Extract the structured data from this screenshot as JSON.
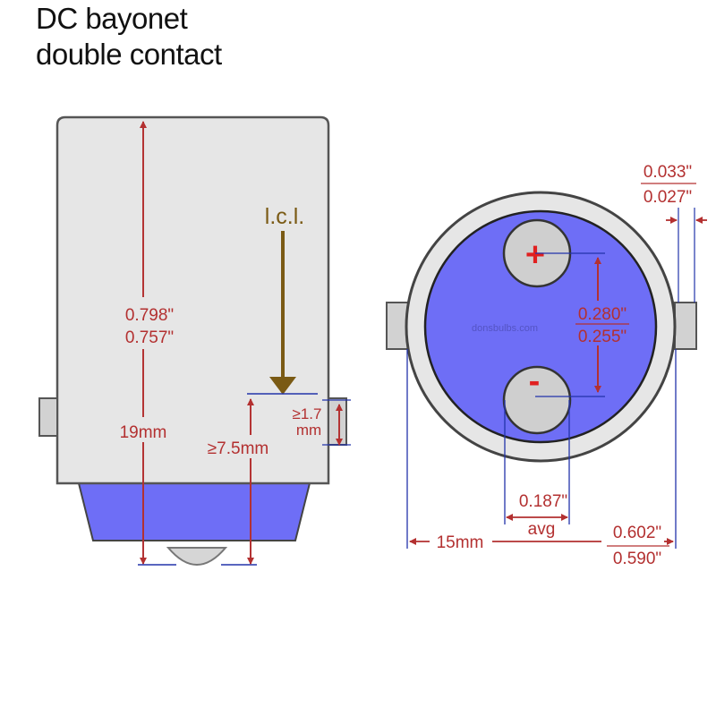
{
  "title": {
    "line1": "DC bayonet",
    "line2": "double contact"
  },
  "side_view": {
    "height_fraction_top": "0.798\"",
    "height_fraction_bottom": "0.757\"",
    "height_mm": "19mm",
    "lcl_label": "l.c.l.",
    "pin_height_top": "≥1.7",
    "pin_height_bottom": "mm",
    "contact_height": "≥7.5mm"
  },
  "end_view": {
    "plus_sign": "+",
    "minus_sign": "-",
    "watermark": "donsbulbs.com",
    "pin_thickness_top": "0.033\"",
    "pin_thickness_bottom": "0.027\"",
    "contact_spacing_top": "0.280\"",
    "contact_spacing_bottom": "0.255\"",
    "contact_diameter": "0.187\"",
    "contact_diameter_note": "avg",
    "diameter_mm": "15mm",
    "diameter_top": "0.602\"",
    "diameter_bottom": "0.590\""
  },
  "colors": {
    "base_fill": "#e6e6e6",
    "insulator_blue": "#6e6ef6",
    "dimension_red": "#b33030",
    "dimension_blue": "#2233aa",
    "lcl_arrow": "#7a5a14",
    "plus_red": "#e02020"
  }
}
